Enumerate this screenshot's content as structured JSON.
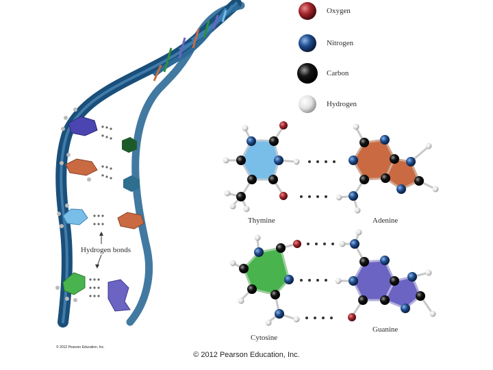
{
  "legend": {
    "items": [
      {
        "label": "Oxygen",
        "color": "#a3262c"
      },
      {
        "label": "Nitrogen",
        "color": "#1f4d8f"
      },
      {
        "label": "Carbon",
        "color": "#111111"
      },
      {
        "label": "Hydrogen",
        "color": "#e8e8e8"
      }
    ]
  },
  "bases": {
    "thymine": {
      "label": "Thymine",
      "color": "#79bde9"
    },
    "adenine": {
      "label": "Adenine",
      "color": "#c96a43"
    },
    "cytosine": {
      "label": "Cytosine",
      "color": "#49b34d"
    },
    "guanine": {
      "label": "Guanine",
      "color": "#6b64c2"
    }
  },
  "helix": {
    "backbone_color": "#1a4f7a",
    "callout": "Hydrogen bonds",
    "small_credit": "© 2012 Pearson Education, Inc."
  },
  "footer": {
    "copyright": "© 2012 Pearson Education, Inc."
  }
}
